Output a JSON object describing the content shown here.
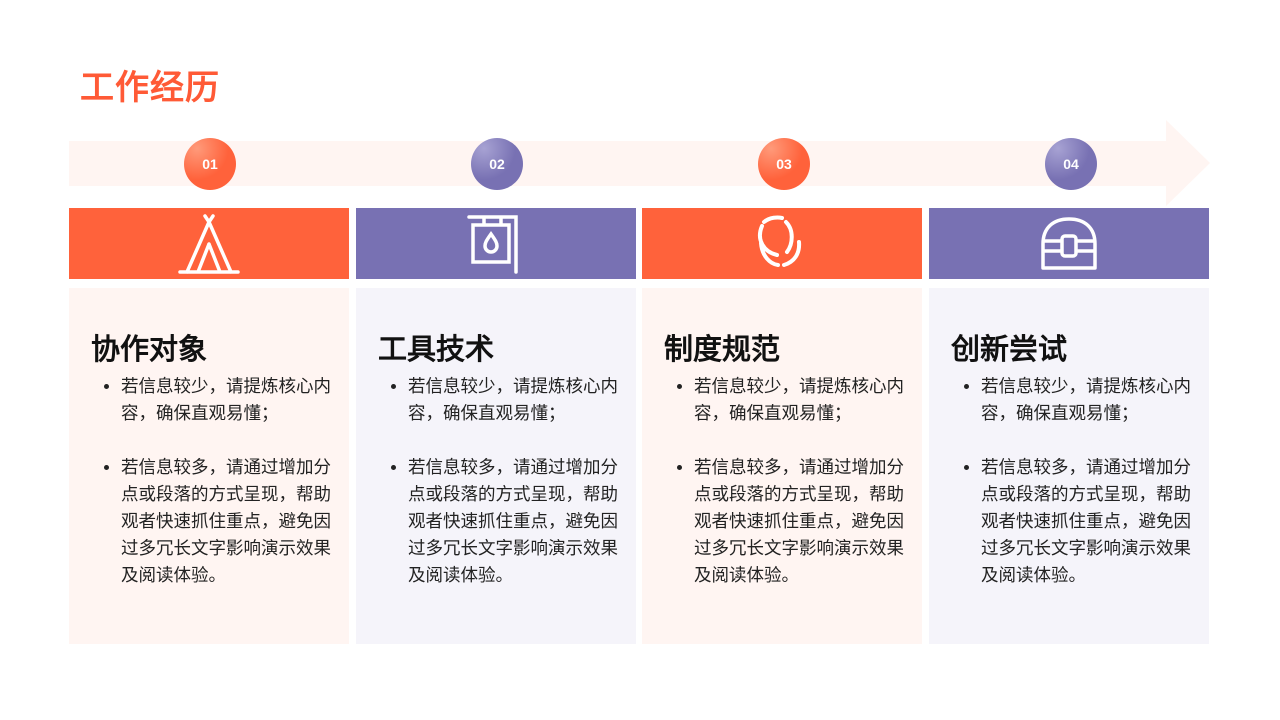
{
  "title": "工作经历",
  "steps": [
    {
      "num": "01",
      "heading": "协作对象",
      "icon": "tent-icon",
      "bullets": [
        "若信息较少，请提炼核心内容，确保直观易懂；",
        "若信息较多，请通过增加分点或段落的方式呈现，帮助观者快速抓住重点，避免因过多冗长文字影响演示效果及阅读体验。"
      ]
    },
    {
      "num": "02",
      "heading": "工具技术",
      "icon": "hanging-sign-icon",
      "bullets": [
        "若信息较少，请提炼核心内容，确保直观易懂；",
        "若信息较多，请通过增加分点或段落的方式呈现，帮助观者快速抓住重点，避免因过多冗长文字影响演示效果及阅读体验。"
      ]
    },
    {
      "num": "03",
      "heading": "制度规范",
      "icon": "ring-icon",
      "bullets": [
        "若信息较少，请提炼核心内容，确保直观易懂；",
        "若信息较多，请通过增加分点或段落的方式呈现，帮助观者快速抓住重点，避免因过多冗长文字影响演示效果及阅读体验。"
      ]
    },
    {
      "num": "04",
      "heading": "创新尝试",
      "icon": "treasure-chest-icon",
      "bullets": [
        "若信息较少，请提炼核心内容，确保直观易懂；",
        "若信息较多，请通过增加分点或段落的方式呈现，帮助观者快速抓住重点，避免因过多冗长文字影响演示效果及阅读体验。"
      ]
    }
  ],
  "colors": {
    "orange": "#FF623B",
    "purple": "#7871B3"
  }
}
